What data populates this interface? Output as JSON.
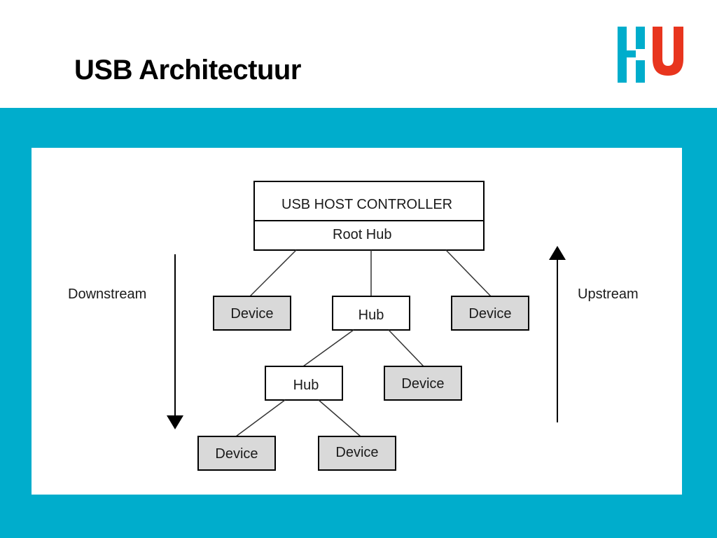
{
  "slide": {
    "title": "USB Architectuur"
  },
  "logo": {
    "icon": "hu-logo",
    "text": "HU",
    "colors": {
      "primary": "#00adcc",
      "accent": "#e8351e"
    }
  },
  "colors": {
    "band": "#00adcc",
    "device_fill": "#d9d9d9",
    "box_stroke": "#000000"
  },
  "diagram": {
    "host_controller_label": "USB HOST CONTROLLER",
    "root_hub_label": "Root Hub",
    "downstream_label": "Downstream",
    "upstream_label": "Upstream",
    "nodes": {
      "device_left": "Device",
      "hub_middle": "Hub",
      "device_right": "Device",
      "hub_lower": "Hub",
      "device_mid_right": "Device",
      "device_bottom_left": "Device",
      "device_bottom_right": "Device"
    }
  }
}
